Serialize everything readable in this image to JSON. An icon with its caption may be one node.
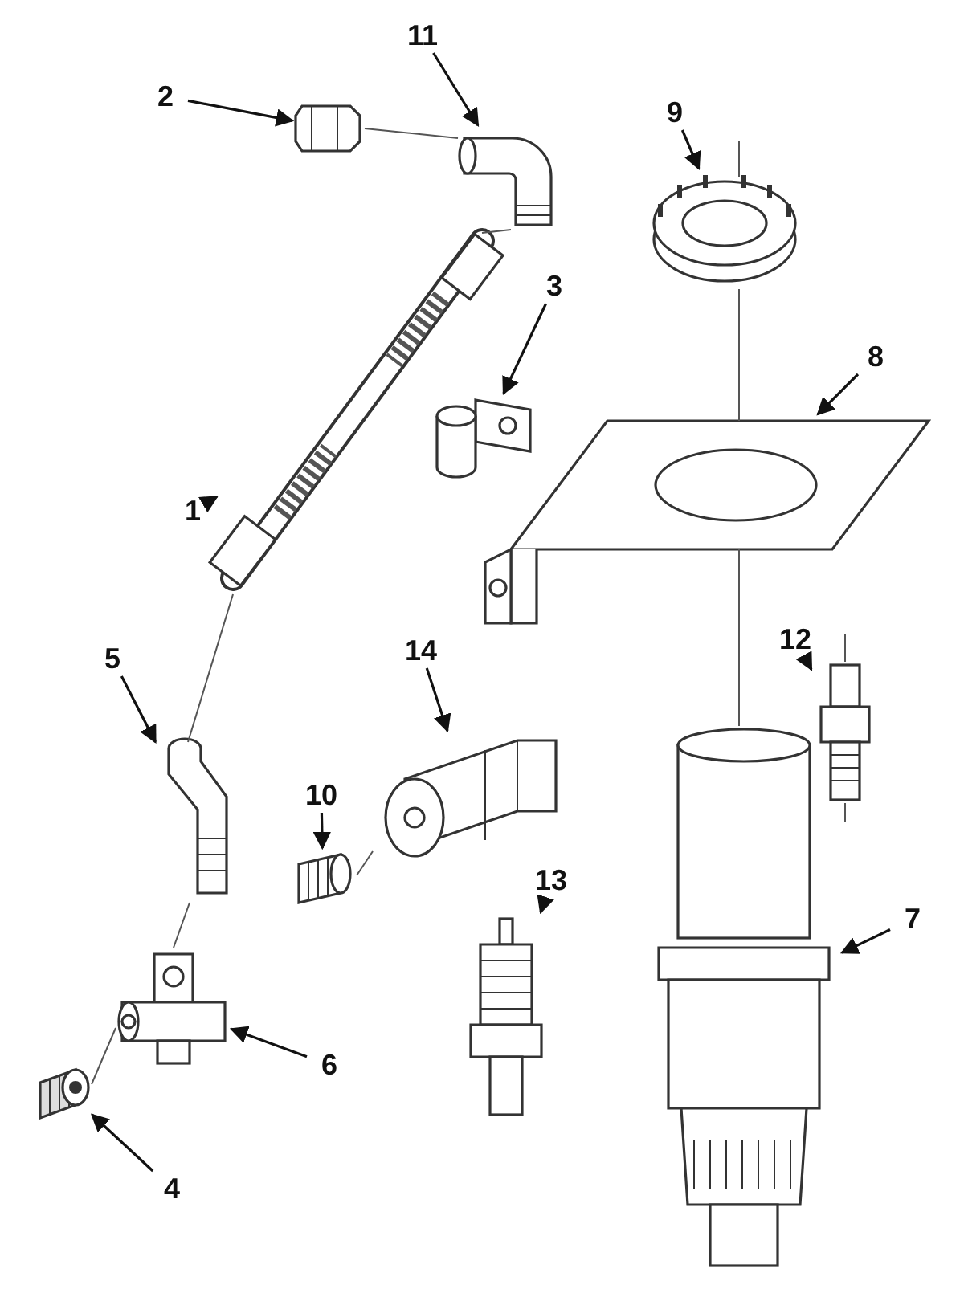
{
  "diagram": {
    "nodes": [
      {
        "text": [
          "11"
        ]
      },
      {
        "text": [
          "2"
        ]
      },
      {
        "text": [
          "9"
        ]
      },
      {
        "text": [
          "3"
        ]
      },
      {
        "text": [
          "8"
        ]
      },
      {
        "text": [
          "1"
        ]
      },
      {
        "text": [
          "12"
        ]
      },
      {
        "text": [
          "14"
        ]
      },
      {
        "text": [
          "5"
        ]
      },
      {
        "text": [
          "10"
        ]
      },
      {
        "text": [
          "13"
        ]
      },
      {
        "text": [
          "7"
        ]
      },
      {
        "text": [
          "6"
        ]
      },
      {
        "text": [
          "4"
        ]
      },
      {
        "text": [],
        "shape": "picture"
      },
      {
        "text": [],
        "shape": "picture"
      },
      {
        "text": [],
        "shape": "picture"
      },
      {
        "text": [],
        "shape": "picture"
      },
      {
        "text": [],
        "shape": "picture"
      },
      {
        "text": [],
        "shape": "picture"
      },
      {
        "text": [],
        "shape": "picture"
      },
      {
        "text": [],
        "shape": "picture"
      },
      {
        "text": [],
        "shape": "picture"
      },
      {
        "text": [],
        "shape": "picture"
      },
      {
        "text": [],
        "shape": "picture"
      },
      {
        "text": [],
        "shape": "picture"
      },
      {
        "text": [],
        "shape": "picture"
      },
      {
        "text": [],
        "shape": "picture"
      }
    ],
    "edges": [
      {
        "from": 0,
        "to": 14,
        "arrow": "to"
      },
      {
        "from": 1,
        "to": 15,
        "arrow": "to"
      },
      {
        "from": 2,
        "to": 16,
        "arrow": "to"
      },
      {
        "from": 3,
        "to": 17,
        "arrow": "to"
      },
      {
        "from": 4,
        "to": 18,
        "arrow": "to"
      },
      {
        "from": 5,
        "to": 19,
        "arrow": "to"
      },
      {
        "from": 6,
        "to": 20,
        "arrow": "to"
      },
      {
        "from": 7,
        "to": 21,
        "arrow": "to"
      },
      {
        "from": 8,
        "to": 22,
        "arrow": "to"
      },
      {
        "from": 9,
        "to": 23,
        "arrow": "to"
      },
      {
        "from": 10,
        "to": 24,
        "arrow": "to"
      },
      {
        "from": 11,
        "to": 25,
        "arrow": "to"
      },
      {
        "from": 12,
        "to": 26,
        "arrow": "to"
      },
      {
        "from": 13,
        "to": 27,
        "arrow": "to"
      },
      {
        "from": 14,
        "to": 15,
        "arrow": "none"
      },
      {
        "from": 14,
        "to": 19,
        "arrow": "none"
      },
      {
        "from": 19,
        "to": 22,
        "arrow": "none"
      },
      {
        "from": 22,
        "to": 26,
        "arrow": "none"
      },
      {
        "from": 26,
        "to": 27,
        "arrow": "none"
      },
      {
        "from": 23,
        "to": 21,
        "arrow": "none"
      },
      {
        "from": 16,
        "to": 18,
        "arrow": "none"
      },
      {
        "from": 18,
        "to": 25,
        "arrow": "none"
      }
    ]
  }
}
